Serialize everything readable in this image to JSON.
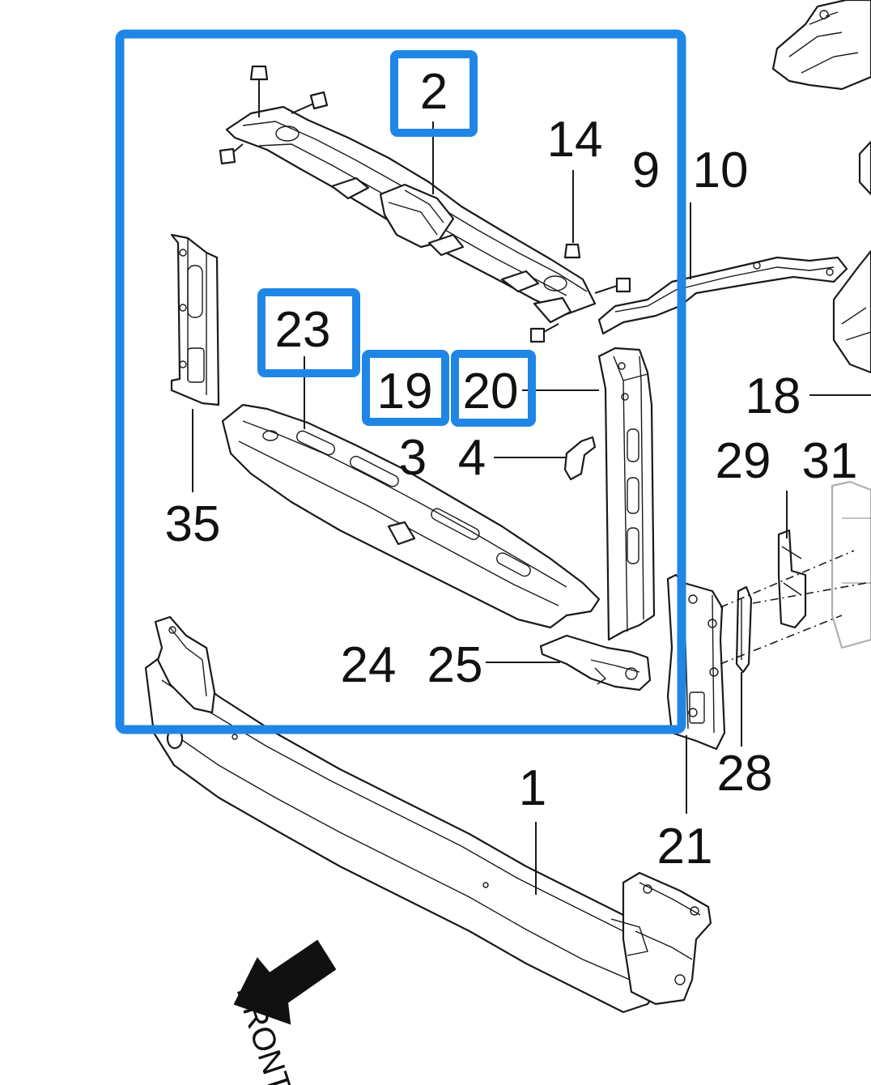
{
  "diagram": {
    "highlight_color": "#1f86e6",
    "labels": {
      "l1": "1",
      "l2": "2",
      "l3": "3",
      "l4": "4",
      "l9": "9",
      "l10": "10",
      "l14": "14",
      "l18": "18",
      "l19": "19",
      "l20": "20",
      "l21": "21",
      "l23": "23",
      "l24": "24",
      "l25": "25",
      "l28": "28",
      "l29": "29",
      "l31": "31",
      "l35": "35"
    },
    "front_label": "FRONT",
    "highlighted": [
      "2",
      "23",
      "19",
      "20"
    ]
  }
}
